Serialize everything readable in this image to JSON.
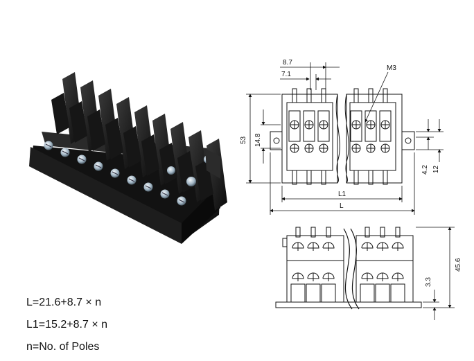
{
  "figure": {
    "top_view": {
      "dims": {
        "pitch": "8.7",
        "hole_pitch": "7.1",
        "screw": "M3",
        "height_total": "53",
        "height_inner": "14.8",
        "length_l1": "L1",
        "length_l": "L",
        "edge_a": "4.2",
        "edge_b": "12"
      }
    },
    "side_view": {
      "dims": {
        "height": "45.6",
        "base": "3.3"
      }
    },
    "formulas": [
      "L=21.6+8.7 × n",
      "L1=15.2+8.7 × n",
      "n=No. of Poles"
    ]
  }
}
